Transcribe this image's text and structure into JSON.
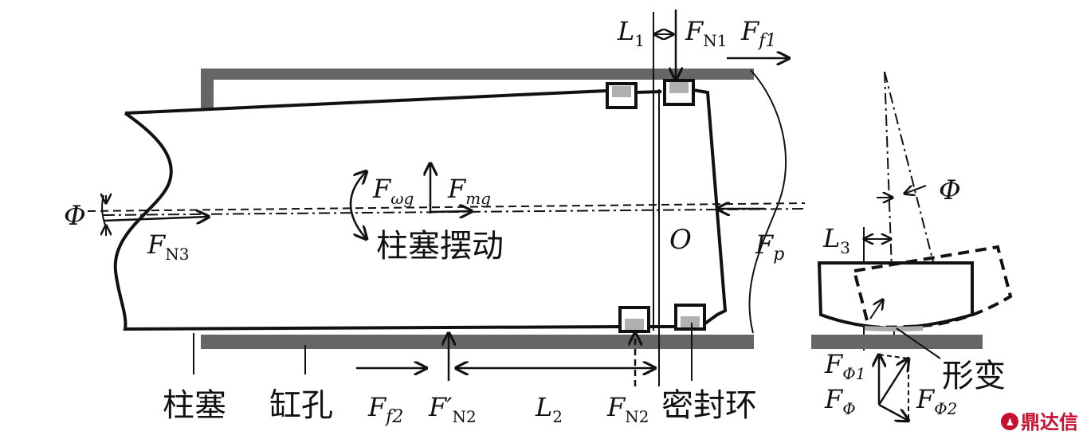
{
  "labels": {
    "L1": "L",
    "L1_sub": "1",
    "FN1": "F",
    "FN1_sub": "N1",
    "Ff1": "F",
    "Ff1_sub": "f1",
    "Phi_left": "Φ",
    "FN3": "F",
    "FN3_sub": "N3",
    "Fwg": "F",
    "Fwg_sub": "ωg",
    "Fmg": "F",
    "Fmg_sub": "mg",
    "swing": "柱塞摆动",
    "O": "O",
    "Fp": "F",
    "Fp_sub": "p",
    "plunger": "柱塞",
    "bore": "缸孔",
    "Ff2": "F",
    "Ff2_sub": "f2",
    "FN2p": "F′",
    "FN2p_sub": "N2",
    "L2": "L",
    "L2_sub": "2",
    "FN2": "F",
    "FN2_sub": "N2",
    "seal": "密封环",
    "Phi_right": "Φ",
    "L3": "L",
    "L3_sub": "3",
    "Fphi1": "F",
    "Fphi1_sub": "Φ1",
    "deform": "形变",
    "Fphi": "F",
    "Fphi_sub": "Φ",
    "Fphi2": "F",
    "Fphi2_sub": "Φ2"
  },
  "watermark": {
    "text": "鼎达信",
    "color": "#c8102e"
  },
  "colors": {
    "bore_wall": "#666666",
    "seal_fill": "#b0b0b0",
    "line": "#111111"
  }
}
